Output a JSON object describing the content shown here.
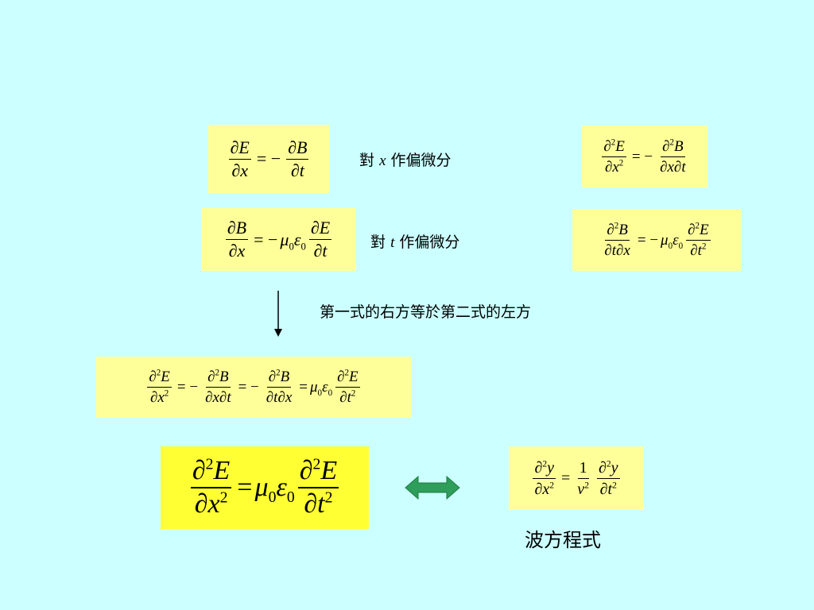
{
  "labels": {
    "diff_x_pre": "對",
    "diff_x_var": "x",
    "diff_x_post": "作偏微分",
    "diff_t_pre": "對",
    "diff_t_var": "t",
    "diff_t_post": "作偏微分",
    "note": "第一式的右方等於第二式的左方",
    "wave": "波方程式"
  },
  "symbols": {
    "partial": "∂",
    "E": "E",
    "B": "B",
    "x": "x",
    "t": "t",
    "y": "y",
    "v": "v",
    "mu": "μ",
    "epsilon": "ε",
    "zero": "0",
    "two": "2",
    "one": "1",
    "eq": "=",
    "eq_minus": "= −",
    "minus": "−"
  },
  "colors": {
    "background": "#ccffff",
    "equation_box": "#ffff99",
    "highlight_box": "#ffff33",
    "double_arrow": "#2e9e5a"
  }
}
